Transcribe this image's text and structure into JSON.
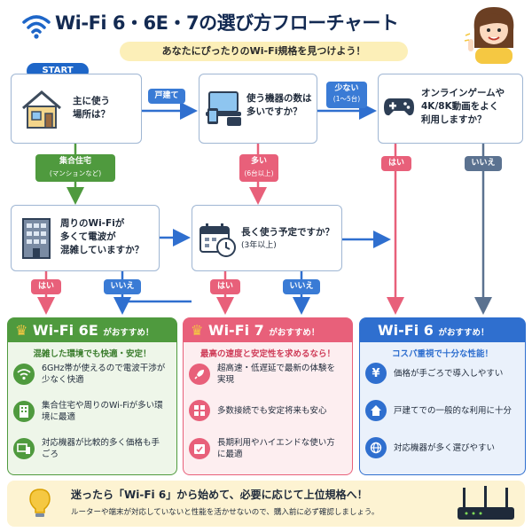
{
  "header": {
    "title": "Wi-Fi 6・6E・7の選び方フローチャート",
    "subtitle": "あなたにぴったりのWi-Fi規格を見つけよう！"
  },
  "flow": {
    "start": "START",
    "q1": {
      "line1": "主に使う",
      "line2": "場所は？"
    },
    "q2": {
      "line1": "使う機器の数は",
      "line2": "多いですか？"
    },
    "q3": {
      "line1": "オンラインゲームや",
      "line2": "4K/8K動画をよく",
      "line3": "利用しますか？"
    },
    "q4": {
      "line1": "周りのWi-Fiが",
      "line2": "多くて電波が",
      "line3": "混雑していますか？"
    },
    "q5": {
      "line1": "長く使う予定ですか？",
      "line2": "(3年以上)"
    },
    "edges": {
      "house": "戸建て",
      "apartment_1": "集合住宅",
      "apartment_2": "(マンションなど)",
      "few_1": "少ない",
      "few_2": "(1〜5台)",
      "many_1": "多い",
      "many_2": "(6台以上)",
      "yes": "はい",
      "no": "いいえ"
    }
  },
  "cards": [
    {
      "name": "Wi-Fi 6E",
      "suffix": "がおすすめ！",
      "color": "#4f9a3e",
      "tagline": "混雑した環境でも快適・安定！",
      "features": [
        {
          "icon": "wifi-icon",
          "text": "6GHz帯が使えるので電波干渉が少なく快適"
        },
        {
          "icon": "building-icon",
          "text": "集合住宅や周りのWi-Fiが多い環境に最適"
        },
        {
          "icon": "devices-icon",
          "text": "対応機器が比較的多く価格も手ごろ"
        }
      ]
    },
    {
      "name": "Wi-Fi 7",
      "suffix": "がおすすめ！",
      "color": "#e8607a",
      "tagline": "最高の速度と安定性を求めるなら！",
      "features": [
        {
          "icon": "rocket-icon",
          "text": "超高速・低遅延で最新の体験を実現"
        },
        {
          "icon": "grid-icon",
          "text": "多数接続でも安定将来も安心"
        },
        {
          "icon": "calendar-check-icon",
          "text": "長期利用やハイエンドな使い方に最適"
        }
      ]
    },
    {
      "name": "Wi-Fi 6",
      "suffix": "がおすすめ！",
      "color": "#2f6fcf",
      "tagline": "コスパ重視で十分な性能！",
      "features": [
        {
          "icon": "yen-icon",
          "text": "価格が手ごろで導入しやすい"
        },
        {
          "icon": "house-icon",
          "text": "戸建てでの一般的な利用に十分"
        },
        {
          "icon": "globe-icon",
          "text": "対応機器が多く選びやすい"
        }
      ]
    }
  ],
  "footer": {
    "line1": "迷ったら「Wi-Fi 6」から始めて、必要に応じて上位規格へ！",
    "line2": "ルーターや端末が対応していないと性能を活かせないので、購入前に必ず確認しましょう。"
  },
  "colors": {
    "navy": "#132a52",
    "blue": "#2f6fcf",
    "green": "#4f9a3e",
    "pink": "#e8607a",
    "slate": "#5b7290",
    "yellow": "#fcefb8"
  }
}
